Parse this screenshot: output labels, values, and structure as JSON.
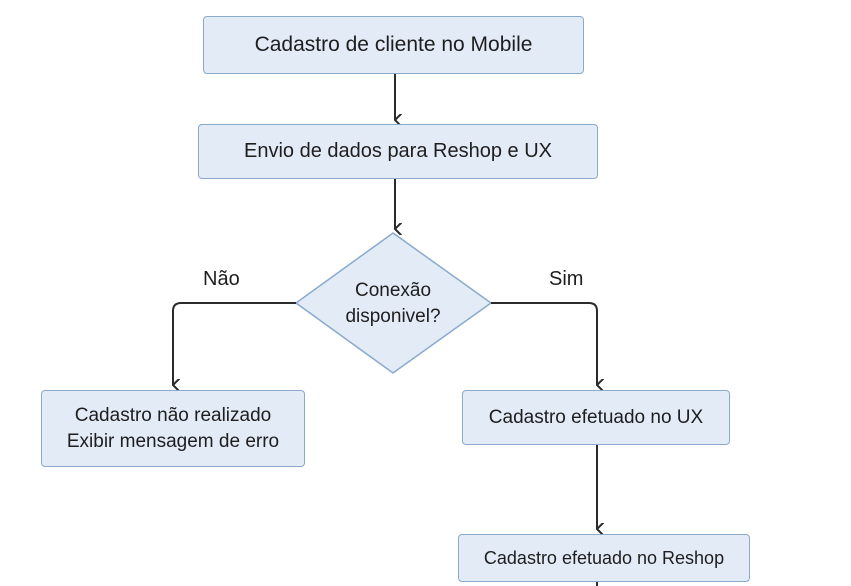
{
  "diagram": {
    "nodes": {
      "start": {
        "label": "Cadastro de cliente no Mobile"
      },
      "send": {
        "label": "Envio de dados para Reshop e UX"
      },
      "decision": {
        "line1": "Conexão",
        "line2": "disponivel?"
      },
      "fail": {
        "line1": "Cadastro não realizado",
        "line2": "Exibir mensagem de erro"
      },
      "ux": {
        "label": "Cadastro efetuado no UX"
      },
      "reshop": {
        "label": "Cadastro efetuado no Reshop"
      }
    },
    "edges": {
      "no_label": "Não",
      "yes_label": "Sim"
    },
    "colors": {
      "node_fill": "#e3ebf7",
      "node_border": "#8aa9cc",
      "connector": "#2b2b2b",
      "text": "#1e1e1e"
    }
  }
}
